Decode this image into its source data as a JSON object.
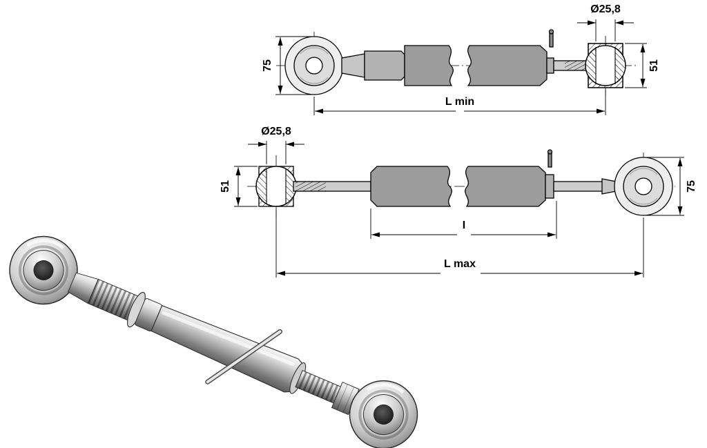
{
  "drawing": {
    "view_short": {
      "bore_diameter": "Ø25,8",
      "eye_size": "75",
      "ball_size": "51",
      "length_label": "L min"
    },
    "view_long": {
      "bore_diameter": "Ø25,8",
      "ball_size": "51",
      "eye_size": "75",
      "tube_label": "I",
      "length_label": "L max"
    },
    "colors": {
      "line": "#000000",
      "background": "#ffffff",
      "tube_fill": "#9c9c9c",
      "sleeve_fill": "#b2b2b2",
      "rod_fill": "#cdcdcd",
      "eye_fill": "#eeeeee"
    }
  }
}
